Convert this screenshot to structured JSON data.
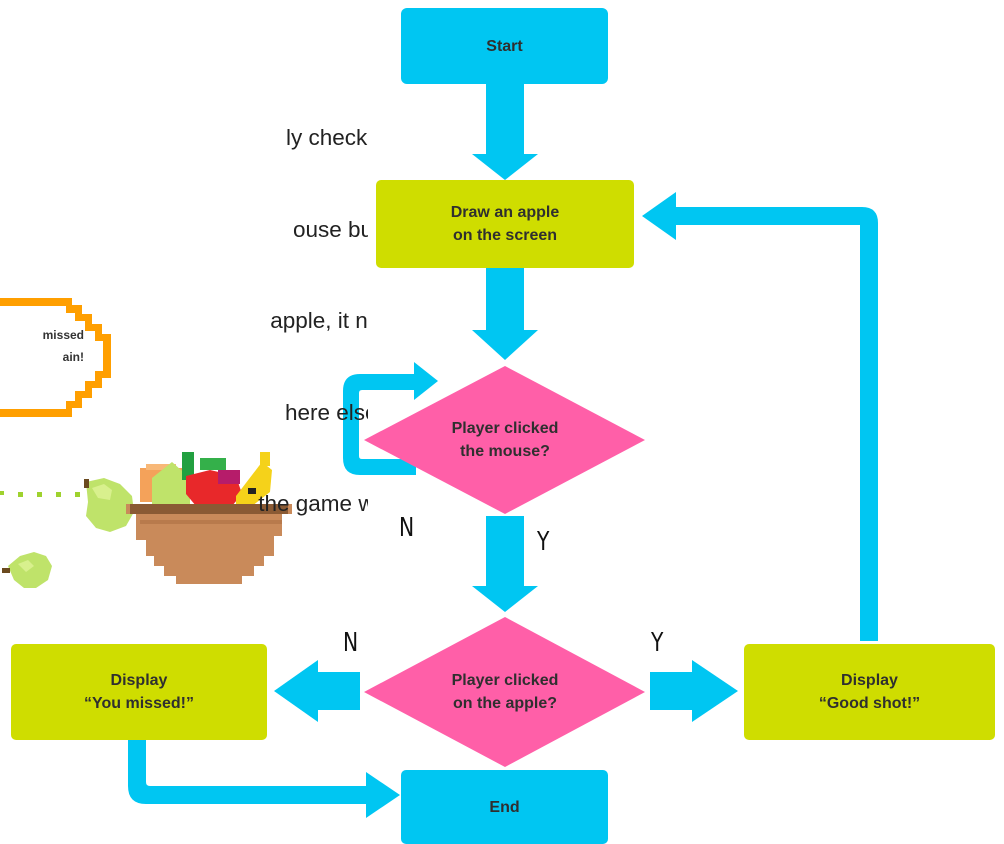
{
  "intro_lines": [
    "ly checking whether",
    "ouse button. Every",
    " apple, it needs to be",
    "here else on the screen.",
    " the game will end."
  ],
  "speech_bubble": {
    "line1": "missed",
    "line2": "ain!"
  },
  "flowchart": {
    "start": "Start",
    "draw_apple": {
      "line1": "Draw an apple",
      "line2": "on the screen"
    },
    "decision_mouse": {
      "line1": "Player clicked",
      "line2": "the mouse?"
    },
    "decision_apple": {
      "line1": "Player clicked",
      "line2": "on the apple?"
    },
    "display_missed": {
      "line1": "Display",
      "line2": "“You missed!”"
    },
    "display_good": {
      "line1": "Display",
      "line2": "“Good shot!”"
    },
    "end": "End",
    "label_n_mouse": "N",
    "label_y_mouse": "Y",
    "label_n_apple": "N",
    "label_y_apple": "Y"
  },
  "colors": {
    "blue": "#00c6f2",
    "lime": "#cfdd00",
    "pink": "#ff5fa8",
    "orange": "#ff9f00",
    "basket": "#c98a5a"
  }
}
